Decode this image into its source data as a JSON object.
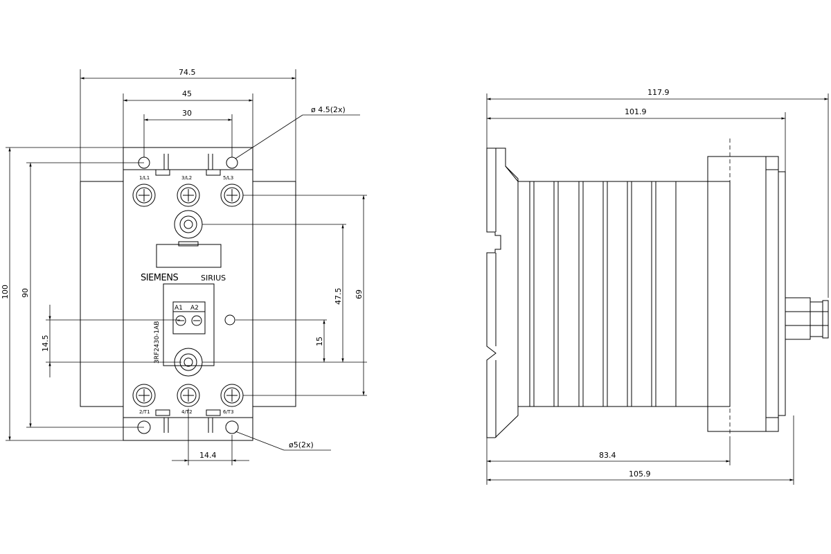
{
  "front_view": {
    "dims": {
      "width_total": "74.5",
      "width_holes_outer": "45",
      "width_holes_inner": "30",
      "hole_top": "ø 4.5(2x)",
      "hole_bottom": "ø5(2x)",
      "height_total": "100",
      "height_body": "90",
      "terminal_pitch": "14.4",
      "left_offset": "14.5",
      "vertical_47_5": "47.5",
      "vertical_69": "69",
      "vertical_15": "15"
    },
    "terminal_labels": {
      "top": [
        "1/L1",
        "3/L2",
        "5/L3"
      ],
      "bottom": [
        "2/T1",
        "4/T2",
        "6/T3"
      ],
      "control": [
        "A1",
        "A2"
      ]
    },
    "brand_left": "SIEMENS",
    "brand_right": "SIRIUS",
    "model": "3RF2430-1AB"
  },
  "side_view": {
    "dims": {
      "overall_top": "117.9",
      "inner_top": "101.9",
      "depth_body": "83.4",
      "depth_total": "105.9"
    }
  }
}
